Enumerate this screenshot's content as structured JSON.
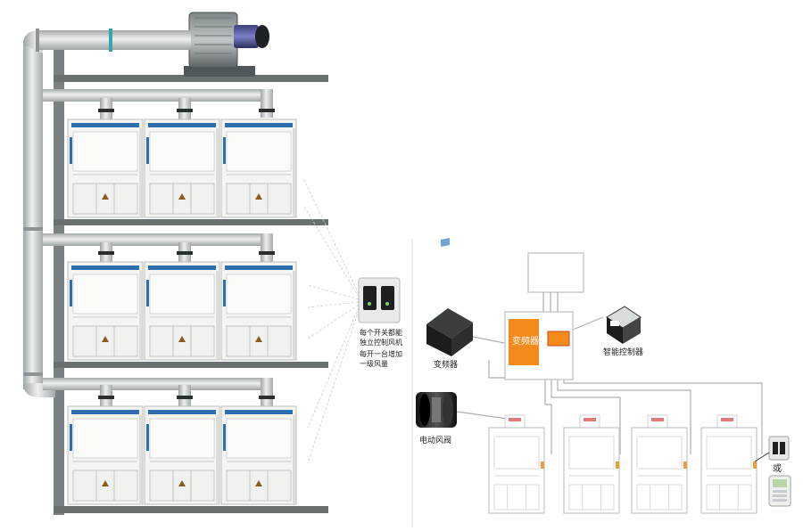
{
  "left_system": {
    "floors": 3,
    "hoods_per_floor": 3,
    "switch_note_1": "每个开关都能\n独立控制风机",
    "switch_note_2": "每开一台增加\n一级风量"
  },
  "right_system": {
    "vfd_label": "变频器",
    "vfd_cabinet_label": "变频器",
    "controller_label": "智能控制器",
    "damper_label": "电动风阀",
    "or_label": "或",
    "hood_count": 4
  },
  "colors": {
    "pipe": "#c8cccd",
    "pipe_dark": "#9aa0a2",
    "hood_body": "#f4f5f3",
    "hood_edge": "#b9bcba",
    "floor_beam": "#6a6f70",
    "column": "#7b8182",
    "accent_blue": "#2f6fb0",
    "vfd_orange": "#f38a1c",
    "warning": "#e5a23a",
    "wire": "#9aa4a8"
  }
}
